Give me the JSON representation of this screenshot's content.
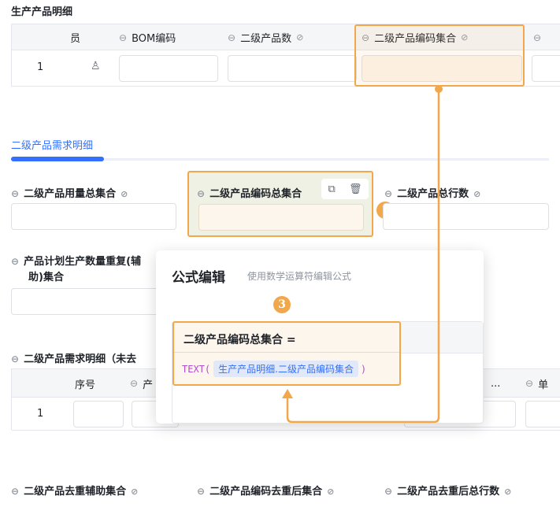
{
  "section1": {
    "title": "生产产品明细",
    "columns": [
      "员",
      "BOM编码",
      "二级产品数",
      "二级产品编码集合"
    ],
    "row_index": "1"
  },
  "section2": {
    "tab_title": "二级产品需求明细",
    "field_usage_set": "二级产品用量总集合",
    "field_code_set": "二级产品编码总集合",
    "field_total_rows": "二级产品总行数",
    "field_plan_qty_line1": "产品计划生产数量重复(辅",
    "field_plan_qty_line2": "助)集合",
    "subtable_title": "二级产品需求明细（未去",
    "subtable_col_seq": "序号",
    "subtable_col_product": "产",
    "subtable_col_ellipsis": "...",
    "subtable_col_last": "单",
    "subtable_row_index": "1"
  },
  "formula": {
    "title": "公式编辑",
    "subtitle": "使用数学运算符编辑公式",
    "target": "二级产品编码总集合 =",
    "func": "TEXT(",
    "arg": "生产产品明细.二级产品编码集合",
    "close": ")"
  },
  "bottom_fields": {
    "dedup_aux": "二级产品去重辅助集合",
    "dedup_code": "二级产品编码去重后集合",
    "dedup_total": "二级产品去重后总行数"
  },
  "badges": {
    "one": "1",
    "three": "3"
  },
  "colors": {
    "accent": "#3370ff",
    "highlight": "#f2a84a",
    "highlight_bg": "#fdf6ec"
  },
  "icons": [
    "link-icon",
    "eye-off-icon",
    "user-icon",
    "copy-icon",
    "trash-icon"
  ]
}
